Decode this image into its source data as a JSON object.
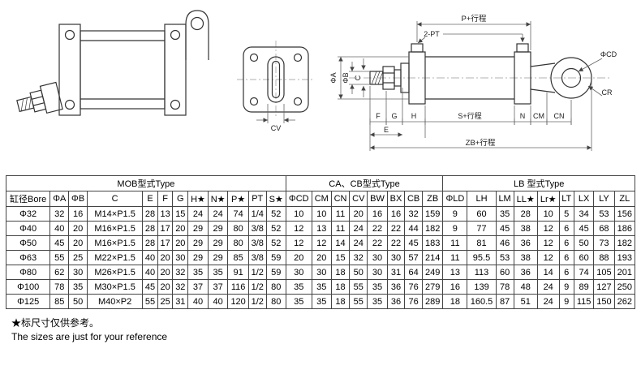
{
  "diagram": {
    "flange_label": "CV",
    "dims": {
      "p_stroke": "P+行程",
      "two_pt": "2-PT",
      "phi_a": "ΦA",
      "phi_b": "ΦB",
      "c": "C",
      "f": "F",
      "g": "G",
      "h": "H",
      "s_stroke": "S+行程",
      "n": "N",
      "cm": "CM",
      "cn": "CN",
      "e": "E",
      "zb_stroke": "ZB+行程",
      "phi_cd": "ΦCD",
      "cr": "CR"
    }
  },
  "table": {
    "groups": [
      {
        "label": "MOB型式Type",
        "colspan": 12
      },
      {
        "label": "CA、CB型式Type",
        "colspan": 8
      },
      {
        "label": "LB 型式Type",
        "colspan": 9
      }
    ],
    "columns": [
      "缸径Bore",
      "ΦA",
      "ΦB",
      "C",
      "E",
      "F",
      "G",
      "H★",
      "N★",
      "P★",
      "PT",
      "S★",
      "ΦCD",
      "CM",
      "CN",
      "CV",
      "BW",
      "BX",
      "CB",
      "ZB",
      "ΦLD",
      "LH",
      "LM",
      "LL★",
      "Lr★",
      "LT",
      "LX",
      "LY",
      "ZL"
    ],
    "rows": [
      [
        "Φ32",
        "32",
        "16",
        "M14×P1.5",
        "28",
        "13",
        "15",
        "24",
        "24",
        "74",
        "1/4",
        "52",
        "10",
        "10",
        "11",
        "20",
        "16",
        "16",
        "32",
        "159",
        "9",
        "60",
        "35",
        "28",
        "10",
        "5",
        "34",
        "53",
        "156"
      ],
      [
        "Φ40",
        "40",
        "20",
        "M16×P1.5",
        "28",
        "17",
        "20",
        "29",
        "29",
        "80",
        "3/8",
        "52",
        "12",
        "13",
        "11",
        "24",
        "22",
        "22",
        "44",
        "182",
        "9",
        "77",
        "45",
        "38",
        "12",
        "6",
        "45",
        "68",
        "186"
      ],
      [
        "Φ50",
        "45",
        "20",
        "M16×P1.5",
        "28",
        "17",
        "20",
        "29",
        "29",
        "80",
        "3/8",
        "52",
        "12",
        "12",
        "14",
        "24",
        "22",
        "22",
        "45",
        "183",
        "11",
        "81",
        "46",
        "36",
        "12",
        "6",
        "50",
        "73",
        "182"
      ],
      [
        "Φ63",
        "55",
        "25",
        "M22×P1.5",
        "40",
        "20",
        "30",
        "29",
        "29",
        "85",
        "3/8",
        "59",
        "20",
        "20",
        "15",
        "32",
        "30",
        "30",
        "57",
        "214",
        "11",
        "95.5",
        "53",
        "38",
        "12",
        "6",
        "60",
        "88",
        "193"
      ],
      [
        "Φ80",
        "62",
        "30",
        "M26×P1.5",
        "40",
        "20",
        "32",
        "35",
        "35",
        "91",
        "1/2",
        "59",
        "30",
        "30",
        "18",
        "50",
        "30",
        "31",
        "64",
        "249",
        "13",
        "113",
        "60",
        "36",
        "14",
        "6",
        "74",
        "105",
        "201"
      ],
      [
        "Φ100",
        "78",
        "35",
        "M30×P1.5",
        "45",
        "20",
        "32",
        "37",
        "37",
        "116",
        "1/2",
        "80",
        "35",
        "35",
        "18",
        "55",
        "35",
        "36",
        "76",
        "279",
        "16",
        "139",
        "78",
        "48",
        "24",
        "9",
        "89",
        "127",
        "250"
      ],
      [
        "Φ125",
        "85",
        "50",
        "M40×P2",
        "55",
        "25",
        "31",
        "40",
        "40",
        "120",
        "1/2",
        "80",
        "35",
        "35",
        "18",
        "55",
        "35",
        "36",
        "76",
        "289",
        "18",
        "160.5",
        "87",
        "51",
        "24",
        "9",
        "115",
        "150",
        "262"
      ]
    ]
  },
  "footnotes": {
    "zh": "★标尺寸仅供参考。",
    "en": "The sizes are just for your reference"
  }
}
